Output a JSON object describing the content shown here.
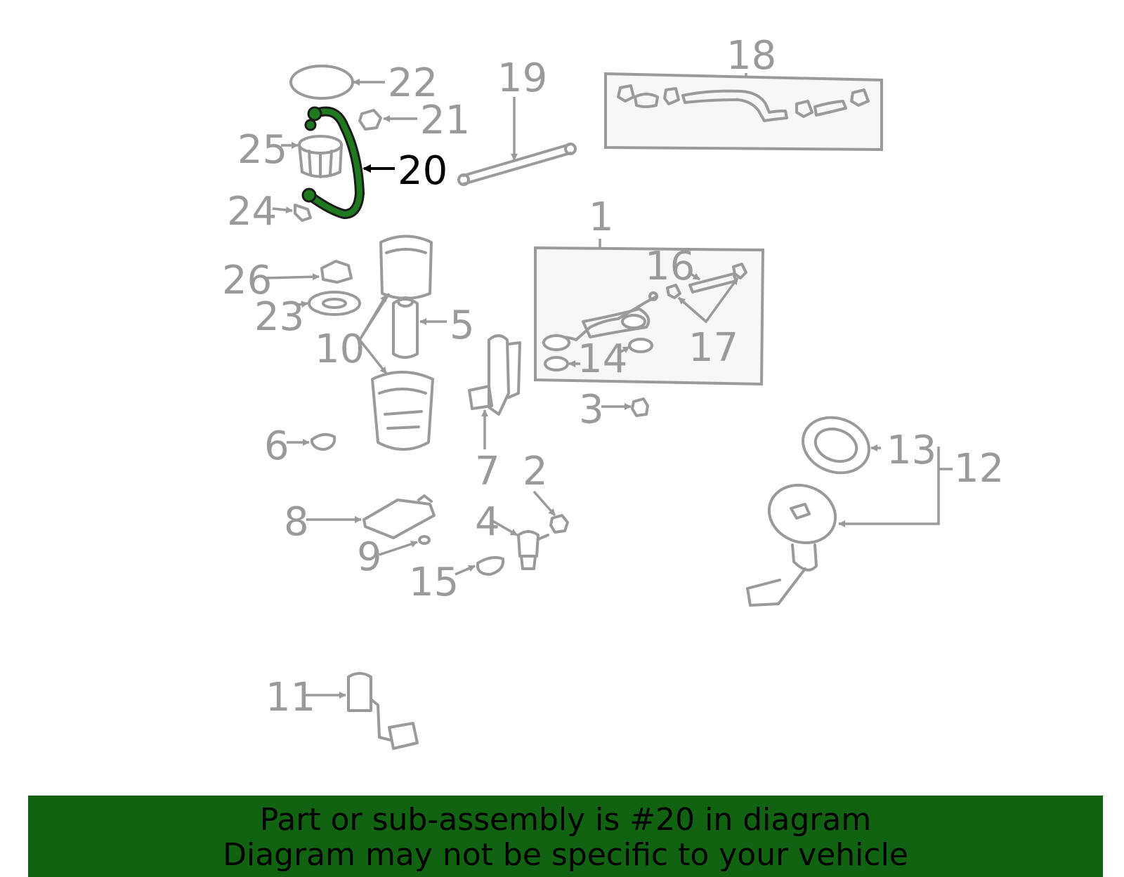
{
  "callouts": {
    "n1": "1",
    "n2": "2",
    "n3": "3",
    "n4": "4",
    "n5": "5",
    "n6": "6",
    "n7": "7",
    "n8": "8",
    "n9": "9",
    "n10": "10",
    "n11": "11",
    "n12": "12",
    "n13": "13",
    "n14": "14",
    "n15": "15",
    "n16": "16",
    "n17": "17",
    "n18": "18",
    "n19": "19",
    "n20": "20",
    "n21": "21",
    "n22": "22",
    "n23": "23",
    "n24": "24",
    "n25": "25",
    "n26": "26"
  },
  "highlight": {
    "part": "20",
    "color": "#1f7a1f"
  },
  "banner": {
    "line1": "Part or sub-assembly is #20 in diagram",
    "line2": "Diagram may not be specific to your vehicle",
    "background": "#116211"
  }
}
